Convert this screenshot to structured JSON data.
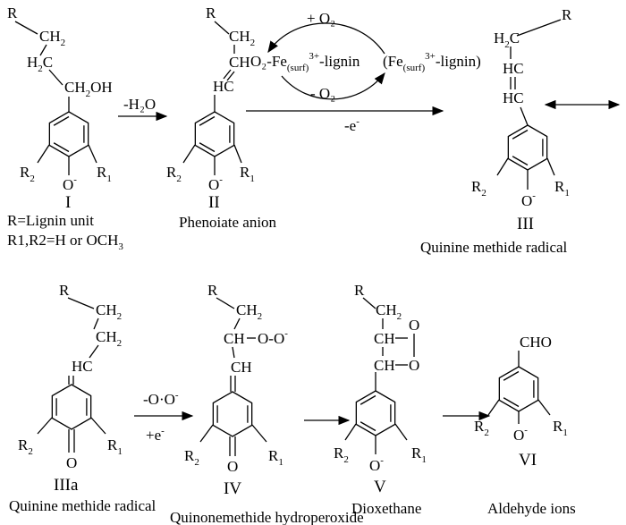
{
  "substituent_note": {
    "r_def": "R=Lignin unit",
    "r1r2_def_main": "R1,R2=H or OCH",
    "r1r2_def_sub": "3"
  },
  "atoms": {
    "R": "R",
    "C": "C",
    "H": "H",
    "H2": "H",
    "2": "2",
    "CH": "CH",
    "HC": "HC",
    "O": "O",
    "minus": "-",
    "R1_main": "R",
    "R1_sub": "1",
    "R2_main": "R",
    "R2_sub": "2",
    "CH2OH": "CH",
    "OH": "OH",
    "CHO": "CHO",
    "OOminus": "O-O",
    "O2": "O",
    "one": "1"
  },
  "structures": {
    "I": {
      "numeral": "I"
    },
    "II": {
      "numeral": "II",
      "name": "Phenoiate anion"
    },
    "III": {
      "numeral": "III",
      "name": "Quinine methide radical"
    },
    "IIIa": {
      "numeral": "IIIa",
      "name": "Quinine methide radical"
    },
    "IV": {
      "numeral": "IV",
      "name": "Quinonemethide hydroperoxide"
    },
    "V": {
      "numeral": "V",
      "name": "Dioxethane"
    },
    "VI": {
      "numeral": "VI",
      "name": "Aldehyde ions"
    }
  },
  "arrows": {
    "step1": "-H₂O",
    "step2": "-e",
    "step2_sup": "-",
    "step3_top": "-O·O",
    "step3_top_sup": "-",
    "step3_bottom": "+e",
    "step3_bottom_sup": "-"
  },
  "cycle": {
    "plus_o2": "+ O₂",
    "minus_o2": "- O₂",
    "left_prefix": "O₂-Fe",
    "surf": "(surf)",
    "charge": "3+",
    "lignin_suffix": "-lignin",
    "right_prefix": "(Fe",
    "right_suffix": "-lignin)"
  }
}
